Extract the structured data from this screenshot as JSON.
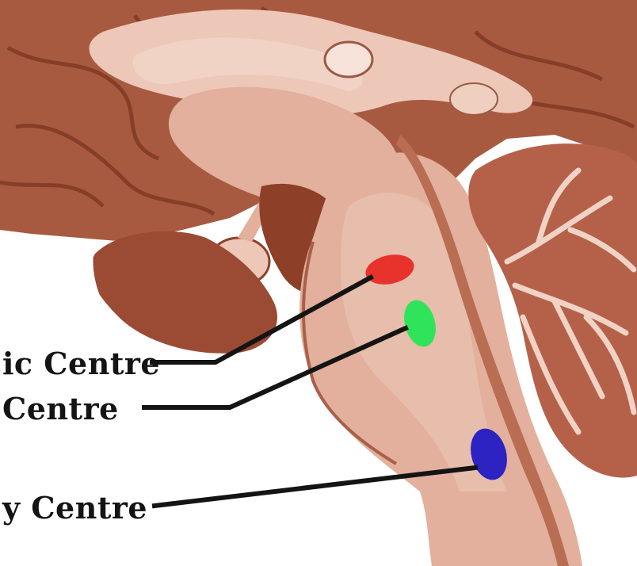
{
  "labels": {
    "label_1": "ic Centre",
    "label_2": "Centre",
    "label_3": "y Centre"
  },
  "colors": {
    "background": "#ffffff",
    "tissue": "#e2b09c",
    "tissue_light": "#edc8b8",
    "cortex_dark": "#a85a40",
    "shadow": "#8d3f28",
    "centre_red": "#e8322c",
    "centre_green": "#2fe45a",
    "centre_blue": "#2d22c2",
    "leader_line": "#141414"
  },
  "watermark_visible": true
}
